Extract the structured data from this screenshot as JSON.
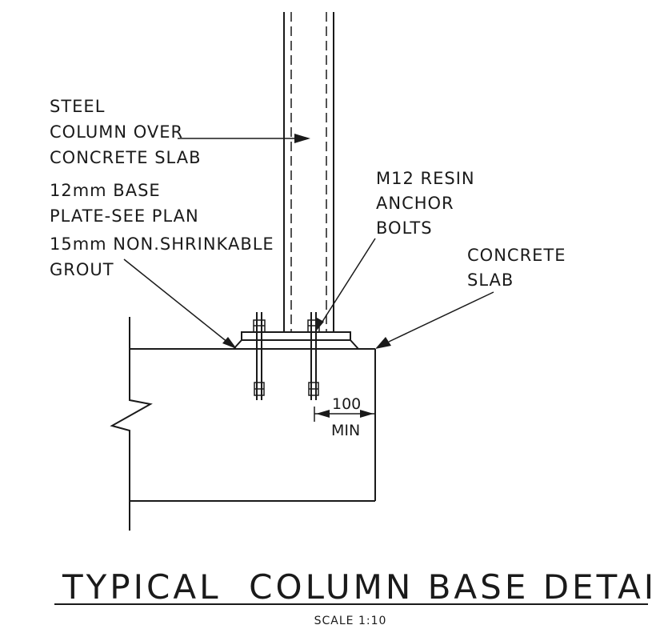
{
  "labels": {
    "steel_column": [
      "STEEL",
      "COLUMN OVER",
      "CONCRETE SLAB"
    ],
    "base_plate": [
      "12mm BASE",
      "PLATE-SEE PLAN"
    ],
    "grout": [
      "15mm NON.SHRINKABLE",
      "GROUT"
    ],
    "anchor_bolts": [
      "M12 RESIN",
      "ANCHOR",
      "BOLTS"
    ],
    "concrete_slab": [
      "CONCRETE",
      "SLAB"
    ]
  },
  "dimension": {
    "value": "100",
    "suffix": "MIN"
  },
  "title": "TYPICAL  COLUMN BASE DETAILS",
  "scale": "SCALE 1:10"
}
